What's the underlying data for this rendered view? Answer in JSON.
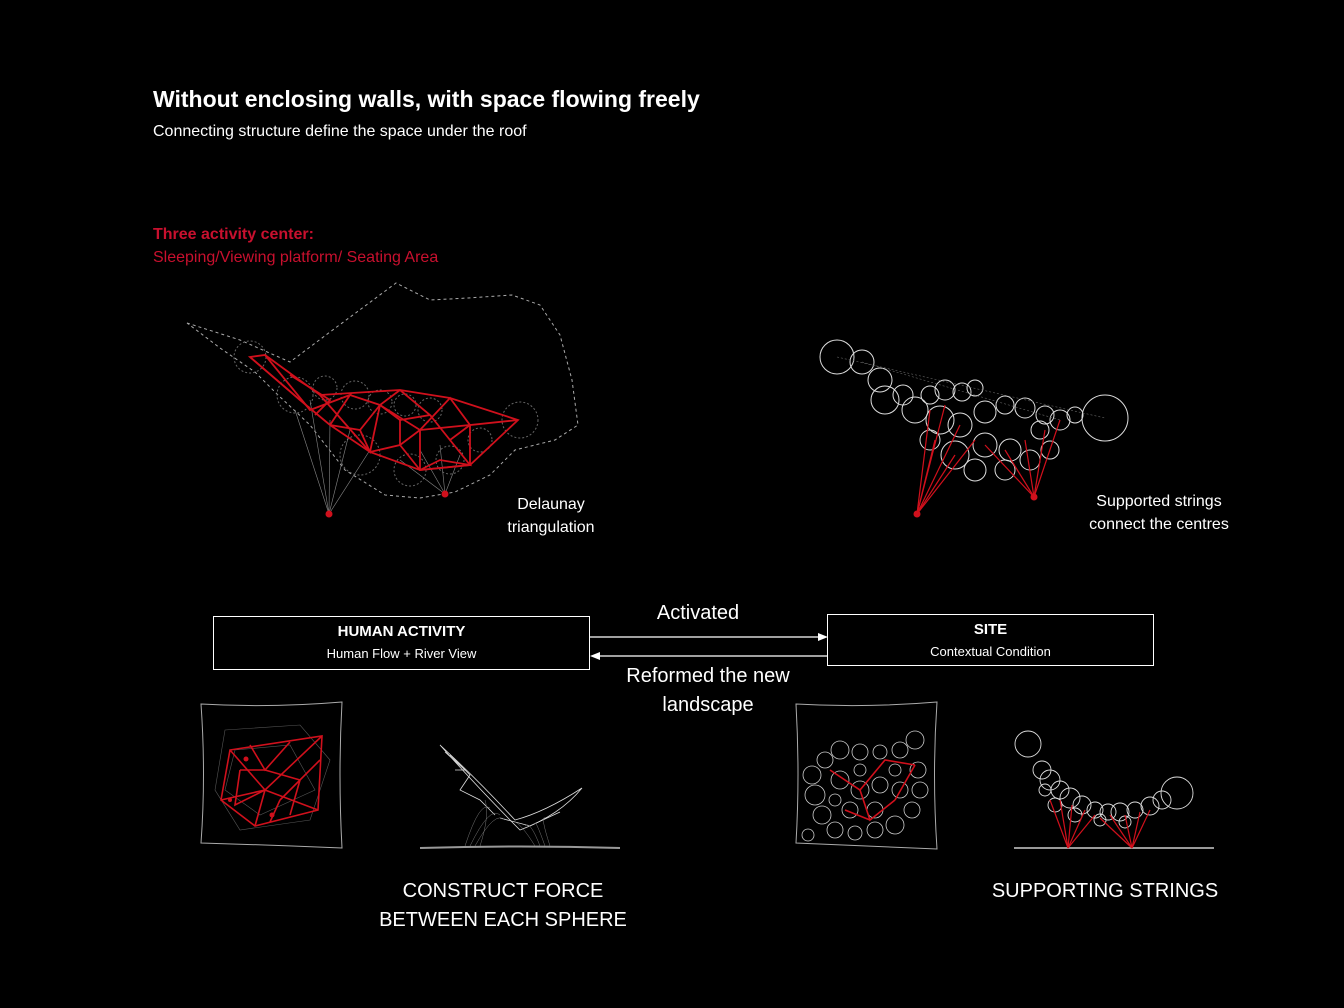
{
  "header": {
    "title": "Without enclosing walls, with space flowing  freely",
    "subtitle": "Connecting structure define the space under the roof"
  },
  "activity": {
    "heading": "Three activity center:",
    "items": "Sleeping/Viewing platform/ Seating Area"
  },
  "diagrams": {
    "left_caption": [
      "Delaunay",
      "triangulation"
    ],
    "right_caption": [
      "Supported strings",
      "connect the centres"
    ]
  },
  "flow": {
    "left_box": {
      "title": "HUMAN ACTIVITY",
      "subtitle": "Human Flow + River View"
    },
    "right_box": {
      "title": "SITE",
      "subtitle": "Contextual Condition"
    },
    "arrow_top_label": "Activated",
    "arrow_bottom_label": [
      "Reformed the new",
      "landscape"
    ]
  },
  "bottom": {
    "left_caption": [
      "CONSTRUCT FORCE",
      "BETWEEN EACH SPHERE"
    ],
    "right_caption": "SUPPORTING STRINGS"
  },
  "colors": {
    "background": "#000000",
    "text": "#ffffff",
    "accent_red": "#c8102e"
  }
}
